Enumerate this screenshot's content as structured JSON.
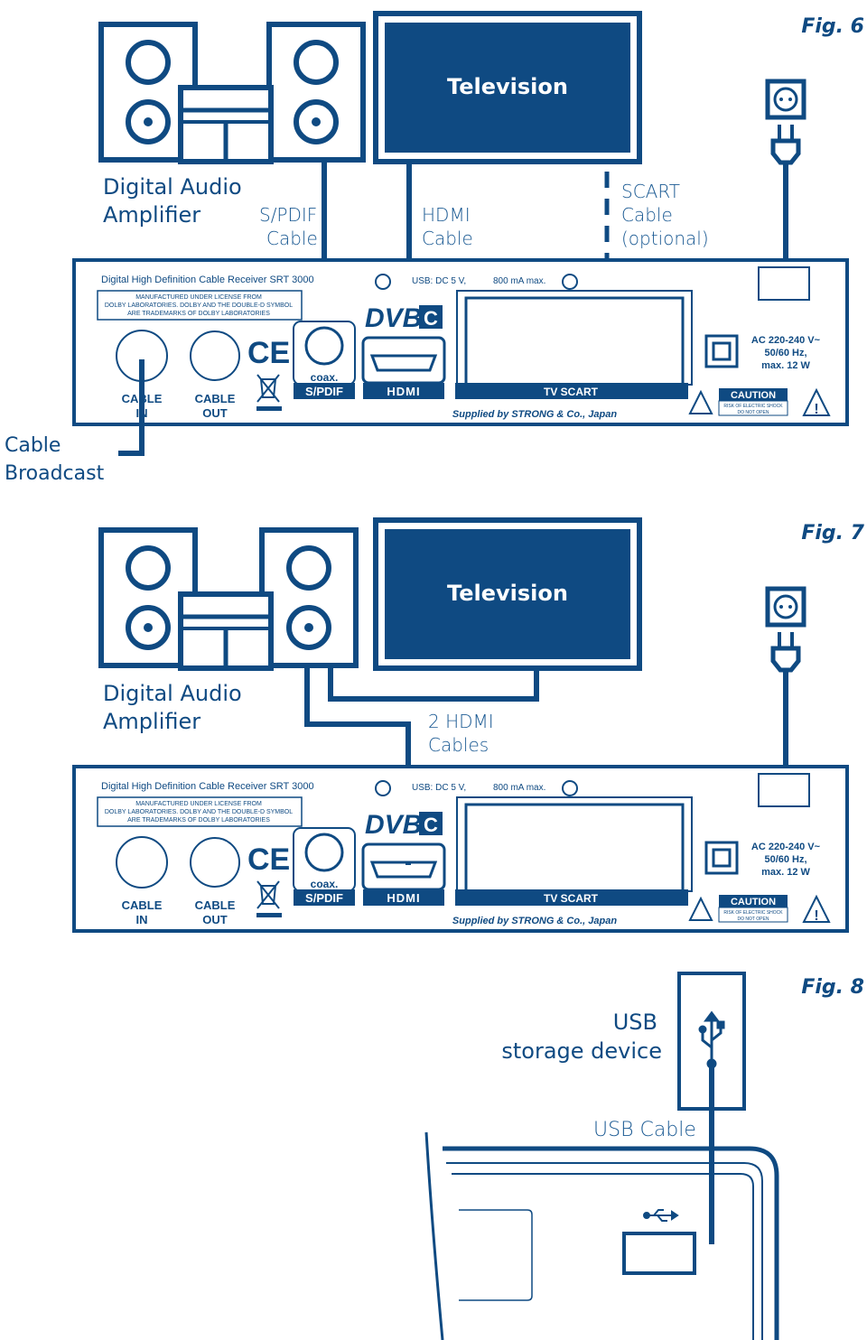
{
  "colors": {
    "primary": "#0f4a82",
    "panel_fill": "#ffffff",
    "tv_screen": "#0f4a82"
  },
  "fig6": {
    "figure_label": "Fig. 6",
    "tv_label": "Television",
    "amplifier_label": [
      "Digital Audio",
      "Amplifier"
    ],
    "spdif_cable_label": [
      "S/PDIF",
      "Cable"
    ],
    "hdmi_cable_label": [
      "HDMI",
      "Cable"
    ],
    "scart_cable_label": [
      "SCART",
      "Cable",
      "(optional)"
    ],
    "cable_broadcast_label": [
      "Cable",
      "Broadcast"
    ]
  },
  "fig7": {
    "figure_label": "Fig. 7",
    "tv_label": "Television",
    "amplifier_label": [
      "Digital Audio",
      "Amplifier"
    ],
    "hdmi_cables_label": [
      "2 HDMI",
      "Cables"
    ]
  },
  "fig8": {
    "figure_label": "Fig. 8",
    "usb_device_label": [
      "USB",
      "storage device"
    ],
    "usb_cable_label": "USB Cable"
  },
  "receiver_panel": {
    "model": "Digital High Definition Cable Receiver SRT 3000",
    "license": [
      "MANUFACTURED UNDER LICENSE FROM",
      "DOLBY LABORATORIES. DOLBY AND THE DOUBLE-D SYMBOL",
      "ARE TRADEMARKS OF DOLBY LABORATORIES"
    ],
    "usb_spec": "USB: DC 5 V,",
    "usb_current": "800 mA max.",
    "dvb_logo": "DVB",
    "dvb_c": "C",
    "ce_mark": "CE",
    "cable_in": [
      "CABLE",
      "IN"
    ],
    "cable_out": [
      "CABLE",
      "OUT"
    ],
    "coax": "coax.",
    "spdif": "S/PDIF",
    "hdmi_logo": "HDMI",
    "tv_scart": "TV SCART",
    "supplier": "Supplied by STRONG & Co., Japan",
    "caution": "CAUTION",
    "caution_sub": [
      "RISK OF ELECTRIC SHOCK",
      "DO NOT OPEN"
    ],
    "power": [
      "AC 220-240 V~",
      "50/60 Hz,",
      "max. 12 W"
    ]
  }
}
